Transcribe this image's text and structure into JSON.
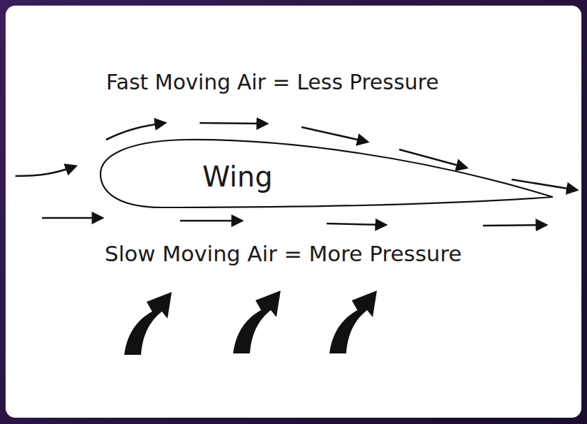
{
  "diagram": {
    "nodes": [
      {
        "text": [
          "Wing"
        ]
      }
    ],
    "labels": [
      "Fast Moving Air = Less Pressure",
      "Slow Moving Air = More Pressure"
    ]
  }
}
